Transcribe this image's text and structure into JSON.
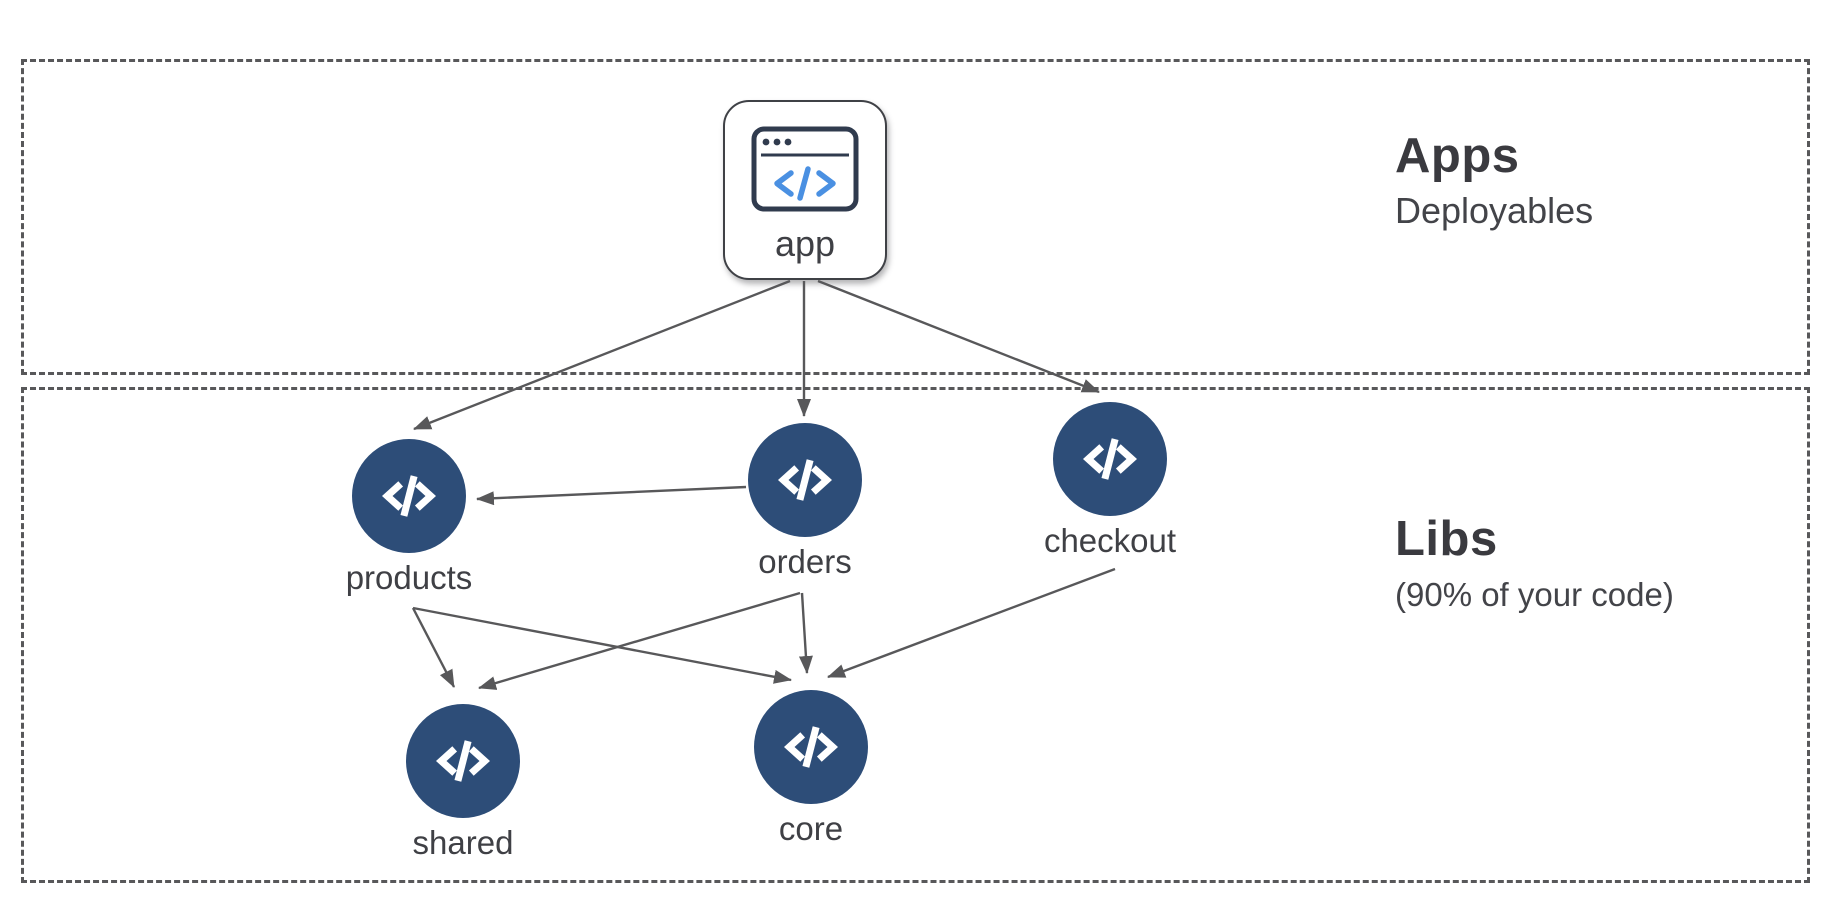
{
  "diagram": {
    "sections": [
      {
        "id": "apps",
        "title": "Apps",
        "subtitle": "Deployables"
      },
      {
        "id": "libs",
        "title": "Libs",
        "subtitle": "(90% of your code)"
      }
    ],
    "nodes": [
      {
        "id": "app",
        "label": "app",
        "kind": "application",
        "icon": "browser-code-icon",
        "section": "apps"
      },
      {
        "id": "products",
        "label": "products",
        "kind": "library",
        "icon": "code-icon",
        "section": "libs"
      },
      {
        "id": "orders",
        "label": "orders",
        "kind": "library",
        "icon": "code-icon",
        "section": "libs"
      },
      {
        "id": "checkout",
        "label": "checkout",
        "kind": "library",
        "icon": "code-icon",
        "section": "libs"
      },
      {
        "id": "shared",
        "label": "shared",
        "kind": "library",
        "icon": "code-icon",
        "section": "libs"
      },
      {
        "id": "core",
        "label": "core",
        "kind": "library",
        "icon": "code-icon",
        "section": "libs"
      }
    ],
    "edges": [
      {
        "from": "app",
        "to": "products",
        "points": [
          790,
          281,
          414,
          429
        ]
      },
      {
        "from": "app",
        "to": "orders",
        "points": [
          804,
          281,
          804,
          416
        ]
      },
      {
        "from": "app",
        "to": "checkout",
        "points": [
          818,
          281,
          1099,
          392
        ]
      },
      {
        "from": "orders",
        "to": "products",
        "points": [
          746,
          487,
          477,
          499
        ]
      },
      {
        "from": "products",
        "to": "shared",
        "points": [
          413,
          608,
          454,
          687
        ]
      },
      {
        "from": "products",
        "to": "core",
        "points": [
          413,
          608,
          791,
          680
        ]
      },
      {
        "from": "orders",
        "to": "shared",
        "points": [
          800,
          593,
          479,
          688
        ]
      },
      {
        "from": "orders",
        "to": "core",
        "points": [
          802,
          593,
          807,
          673
        ]
      },
      {
        "from": "checkout",
        "to": "core",
        "points": [
          1115,
          569,
          828,
          677
        ]
      }
    ],
    "colors": {
      "library_node_fill": "#2d4d78",
      "edge_color": "#58585a",
      "section_border": "#58585a",
      "heading_text": "#3a3a3f",
      "label_text": "#3f4045",
      "app_code_glyph": "#4a90e2",
      "app_icon_stroke": "#303b4e"
    }
  }
}
